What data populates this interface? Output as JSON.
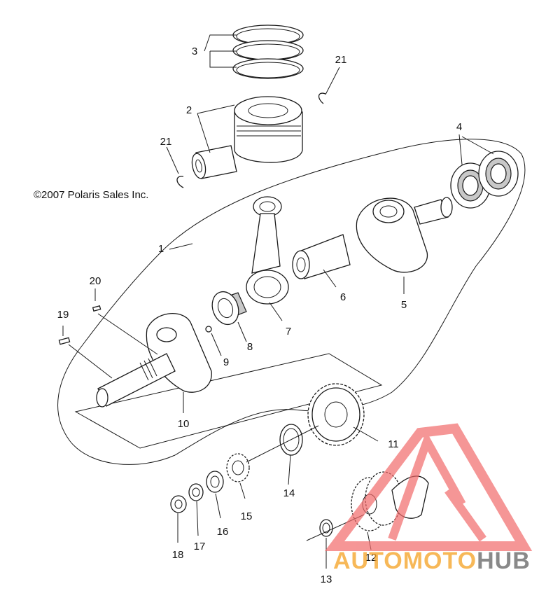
{
  "copyright": "©2007 Polaris Sales Inc.",
  "callouts": {
    "c1": "1",
    "c2": "2",
    "c3": "3",
    "c4": "4",
    "c5": "5",
    "c6": "6",
    "c7": "7",
    "c8": "8",
    "c9": "9",
    "c10": "10",
    "c11": "11",
    "c12": "12",
    "c13": "13",
    "c14": "14",
    "c15": "15",
    "c16": "16",
    "c17": "17",
    "c18": "18",
    "c19": "19",
    "c20": "20",
    "c21a": "21",
    "c21b": "21"
  },
  "watermark": {
    "part1": "AUTO",
    "part2": "MOTO",
    "part3": "HUB",
    "color_primary": "#f4a020",
    "color_secondary": "#6b6b6b",
    "logo_color": "#f26a6a"
  }
}
